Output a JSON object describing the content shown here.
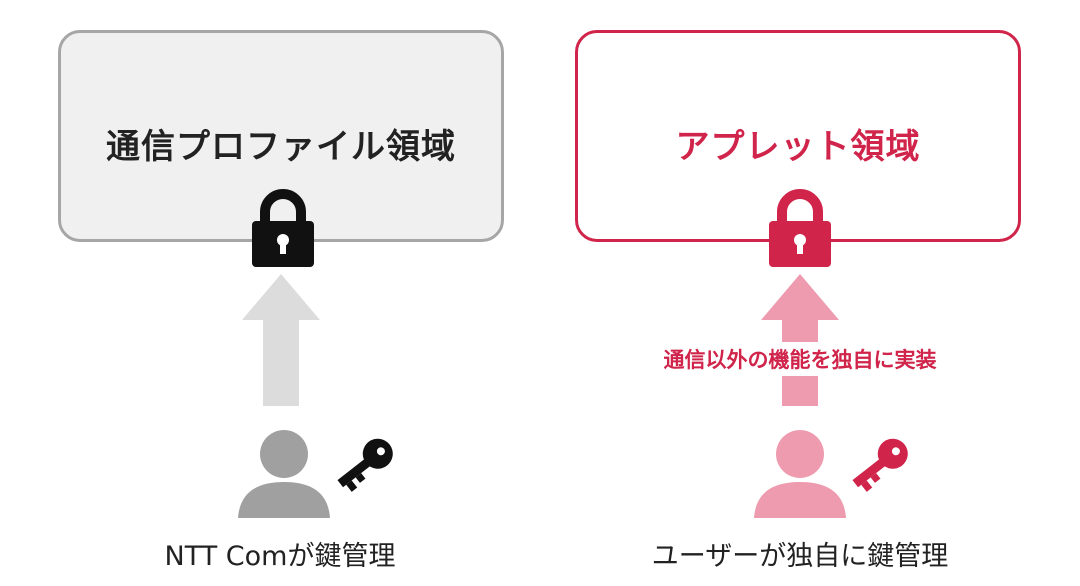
{
  "left": {
    "title": "通信プロファイル領域",
    "caption": "NTT Comが鍵管理"
  },
  "right": {
    "title": "アプレット領域",
    "arrow_label": "通信以外の機能を独自に実装",
    "caption": "ユーザーが独自に鍵管理"
  },
  "colors": {
    "accent": "#d0244b",
    "accent_light": "#ee9bb0",
    "gray_box_border": "#a6a6a6",
    "gray_box_fill": "#f0f0f0",
    "gray_arrow": "#dcdcdc",
    "gray_person": "#a0a0a0",
    "black": "#111111"
  },
  "icons": {
    "lock": "lock-icon",
    "person": "person-icon",
    "key": "key-icon",
    "arrow": "arrow-up-icon"
  }
}
